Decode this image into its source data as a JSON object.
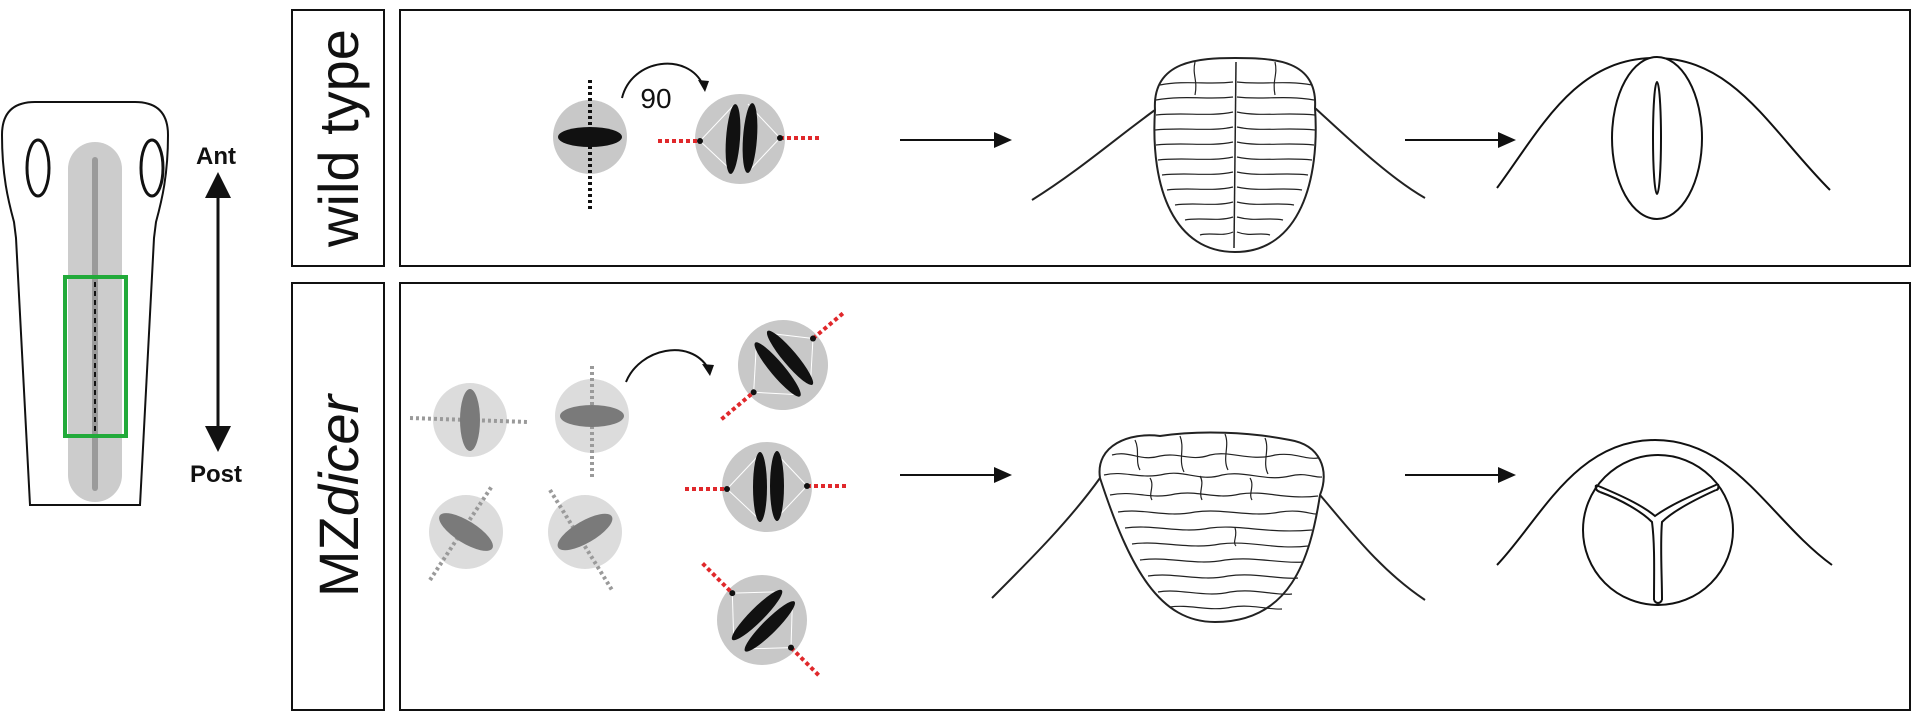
{
  "axis": {
    "anterior_label": "Ant",
    "posterior_label": "Post"
  },
  "rows": {
    "wild_type": {
      "label": "wild type"
    },
    "mutant": {
      "label_prefix": "MZ",
      "label_italic": "dicer"
    }
  },
  "rotation_label": "90",
  "colors": {
    "highlight_box": "#22aa3a",
    "spindle_pole_marker": "#e0282b",
    "outline": "#111111",
    "cell_fill": "#c8c8c8",
    "cell_fill_light": "#dcdcdc",
    "chromatin": "#111111",
    "chromatin_mutant": "#7a7a7a"
  }
}
